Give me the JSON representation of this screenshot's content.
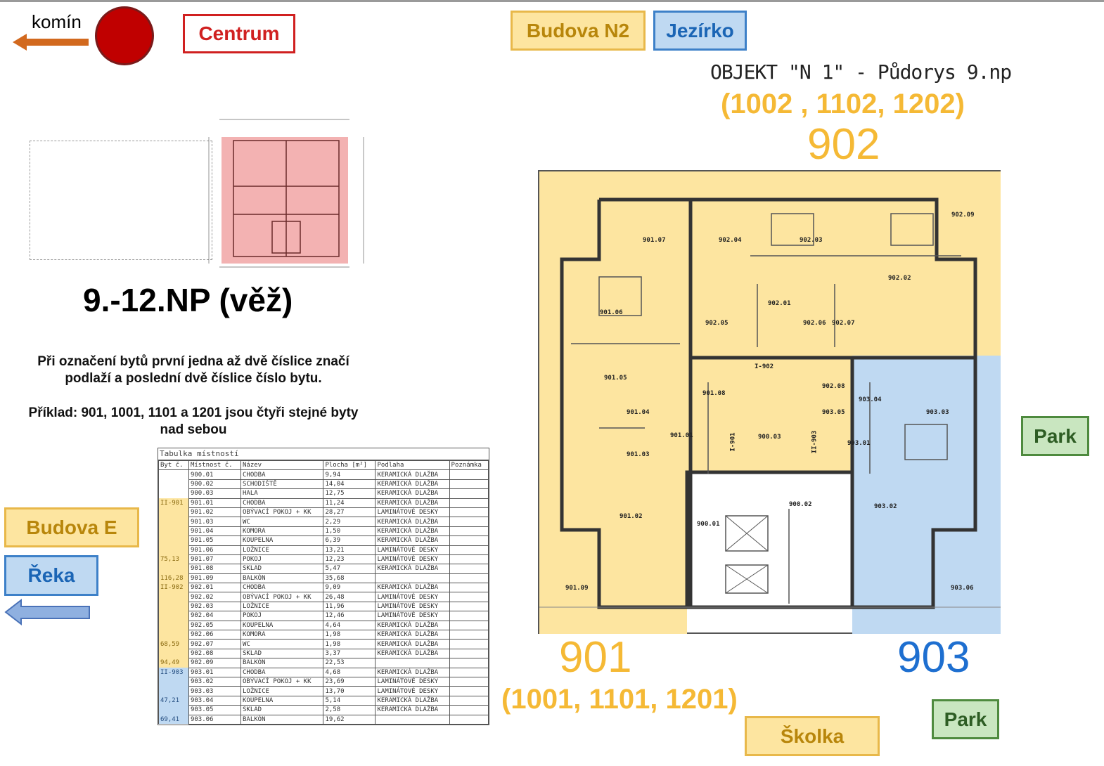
{
  "labels": {
    "komin": "komín",
    "centrum": "Centrum",
    "budova_n2": "Budova N2",
    "jezirko": "Jezírko",
    "budova_e": "Budova E",
    "reka": "Řeka",
    "park1": "Park",
    "park2": "Park",
    "skolka": "Školka"
  },
  "plan": {
    "title": "OBJEKT \"N 1\" - Půdorys 9.np",
    "top_floors": "(1002 , 1102, 1202)",
    "top_unit": "902",
    "left_unit": "901",
    "left_floors": "(1001, 1101, 1201)",
    "right_unit": "903",
    "rooms": [
      "901.07",
      "902.04",
      "902.03",
      "902.09",
      "902.02",
      "901.06",
      "902.01",
      "902.05",
      "902.06",
      "902.07",
      "I-902",
      "902.08",
      "901.05",
      "901.08",
      "903.04",
      "903.03",
      "901.04",
      "903.05",
      "901.01",
      "900.03",
      "903.01",
      "901.03",
      "I-901",
      "II-903",
      "900.02",
      "900.01",
      "901.02",
      "903.02",
      "901.09",
      "903.06"
    ]
  },
  "floor_label": "9.-12.NP (věž)",
  "note1": "Při označení bytů první jedna až dvě číslice značí podlaží a poslední dvě číslice číslo bytu.",
  "note2": "Příklad: 901, 1001, 1101 a 1201 jsou čtyři stejné byty nad sebou",
  "colors": {
    "yellow": "#fde5a0",
    "blue": "#bfd9f2",
    "red": "#c00000",
    "orange": "#f5b935",
    "green": "#c9e6c0"
  },
  "table": {
    "title": "Tabulka místností",
    "headers": [
      "Byt č.",
      "Místnost č.",
      "Název",
      "Plocha [m²]",
      "Podlaha",
      "Poznámka"
    ],
    "rows": [
      [
        "",
        "900.01",
        "CHODBA",
        "9,94",
        "KERAMICKÁ DLAŽBA",
        ""
      ],
      [
        "",
        "900.02",
        "SCHODIŠTĚ",
        "14,04",
        "KERAMICKÁ DLAŽBA",
        ""
      ],
      [
        "",
        "900.03",
        "HALA",
        "12,75",
        "KERAMICKÁ DLAŽBA",
        ""
      ],
      [
        "II-901",
        "901.01",
        "CHODBA",
        "11,24",
        "KERAMICKÁ DLAŽBA",
        ""
      ],
      [
        "",
        "901.02",
        "OBÝVACÍ POKOJ + KK",
        "28,27",
        "LAMINÁTOVÉ DESKY",
        ""
      ],
      [
        "",
        "901.03",
        "WC",
        "2,29",
        "KERAMICKÁ DLAŽBA",
        ""
      ],
      [
        "",
        "901.04",
        "KOMORA",
        "1,50",
        "KERAMICKÁ DLAŽBA",
        ""
      ],
      [
        "",
        "901.05",
        "KOUPELNA",
        "6,39",
        "KERAMICKÁ DLAŽBA",
        ""
      ],
      [
        "",
        "901.06",
        "LOŽNICE",
        "13,21",
        "LAMINÁTOVÉ DESKY",
        ""
      ],
      [
        "75,13",
        "901.07",
        "POKOJ",
        "12,23",
        "LAMINÁTOVÉ DESKY",
        ""
      ],
      [
        "",
        "901.08",
        "SKLAD",
        "5,47",
        "KERAMICKÁ DLAŽBA",
        ""
      ],
      [
        "116,28",
        "901.09",
        "BALKÓN",
        "35,68",
        "",
        ""
      ],
      [
        "II-902",
        "902.01",
        "CHODBA",
        "9,09",
        "KERAMICKÁ DLAŽBA",
        ""
      ],
      [
        "",
        "902.02",
        "OBÝVACÍ POKOJ + KK",
        "26,48",
        "LAMINÁTOVÉ DESKY",
        ""
      ],
      [
        "",
        "902.03",
        "LOŽNICE",
        "11,96",
        "LAMINÁTOVÉ DESKY",
        ""
      ],
      [
        "",
        "902.04",
        "POKOJ",
        "12,46",
        "LAMINÁTOVÉ DESKY",
        ""
      ],
      [
        "",
        "902.05",
        "KOUPELNA",
        "4,64",
        "KERAMICKÁ DLAŽBA",
        ""
      ],
      [
        "",
        "902.06",
        "KOMORA",
        "1,98",
        "KERAMICKÁ DLAŽBA",
        ""
      ],
      [
        "68,59",
        "902.07",
        "WC",
        "1,98",
        "KERAMICKÁ DLAŽBA",
        ""
      ],
      [
        "",
        "902.08",
        "SKLAD",
        "3,37",
        "KERAMICKÁ DLAŽBA",
        ""
      ],
      [
        "94,49",
        "902.09",
        "BALKÓN",
        "22,53",
        "",
        ""
      ],
      [
        "II-903",
        "903.01",
        "CHODBA",
        "4,68",
        "KERAMICKÁ DLAŽBA",
        ""
      ],
      [
        "",
        "903.02",
        "OBÝVACÍ POKOJ + KK",
        "23,69",
        "LAMINÁTOVÉ DESKY",
        ""
      ],
      [
        "",
        "903.03",
        "LOŽNICE",
        "13,70",
        "LAMINÁTOVÉ DESKY",
        ""
      ],
      [
        "47,21",
        "903.04",
        "KOUPELNA",
        "5,14",
        "KERAMICKÁ DLAŽBA",
        ""
      ],
      [
        "",
        "903.05",
        "SKLAD",
        "2,58",
        "KERAMICKÁ DLAŽBA",
        ""
      ],
      [
        "69,41",
        "903.06",
        "BALKÓN",
        "19,62",
        "",
        ""
      ]
    ]
  }
}
